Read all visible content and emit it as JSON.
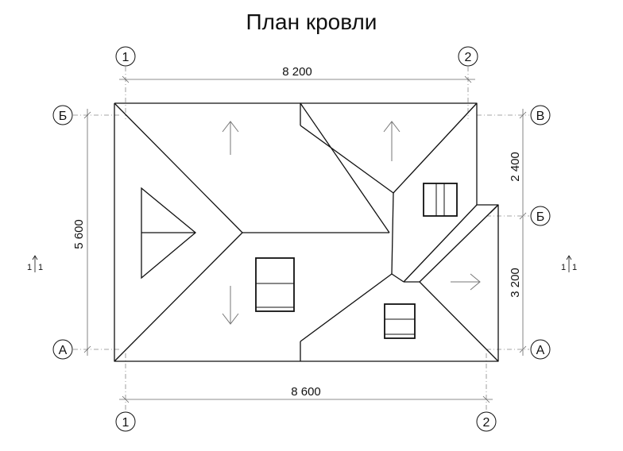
{
  "title": "План кровли",
  "axes": {
    "top_left": "1",
    "top_right": "2",
    "bottom_left": "1",
    "bottom_right": "2",
    "left_top": "Б",
    "left_bottom": "А",
    "right_top": "В",
    "right_mid": "Б",
    "right_bottom": "А"
  },
  "dimensions": {
    "top": "8 200",
    "bottom": "8 600",
    "left": "5 600",
    "right_upper": "2 400",
    "right_lower": "3 200"
  },
  "section_marks": {
    "left": [
      "1",
      "1"
    ],
    "right": [
      "1",
      "1"
    ]
  },
  "colors": {
    "line": "#111111",
    "thin": "#888888"
  }
}
